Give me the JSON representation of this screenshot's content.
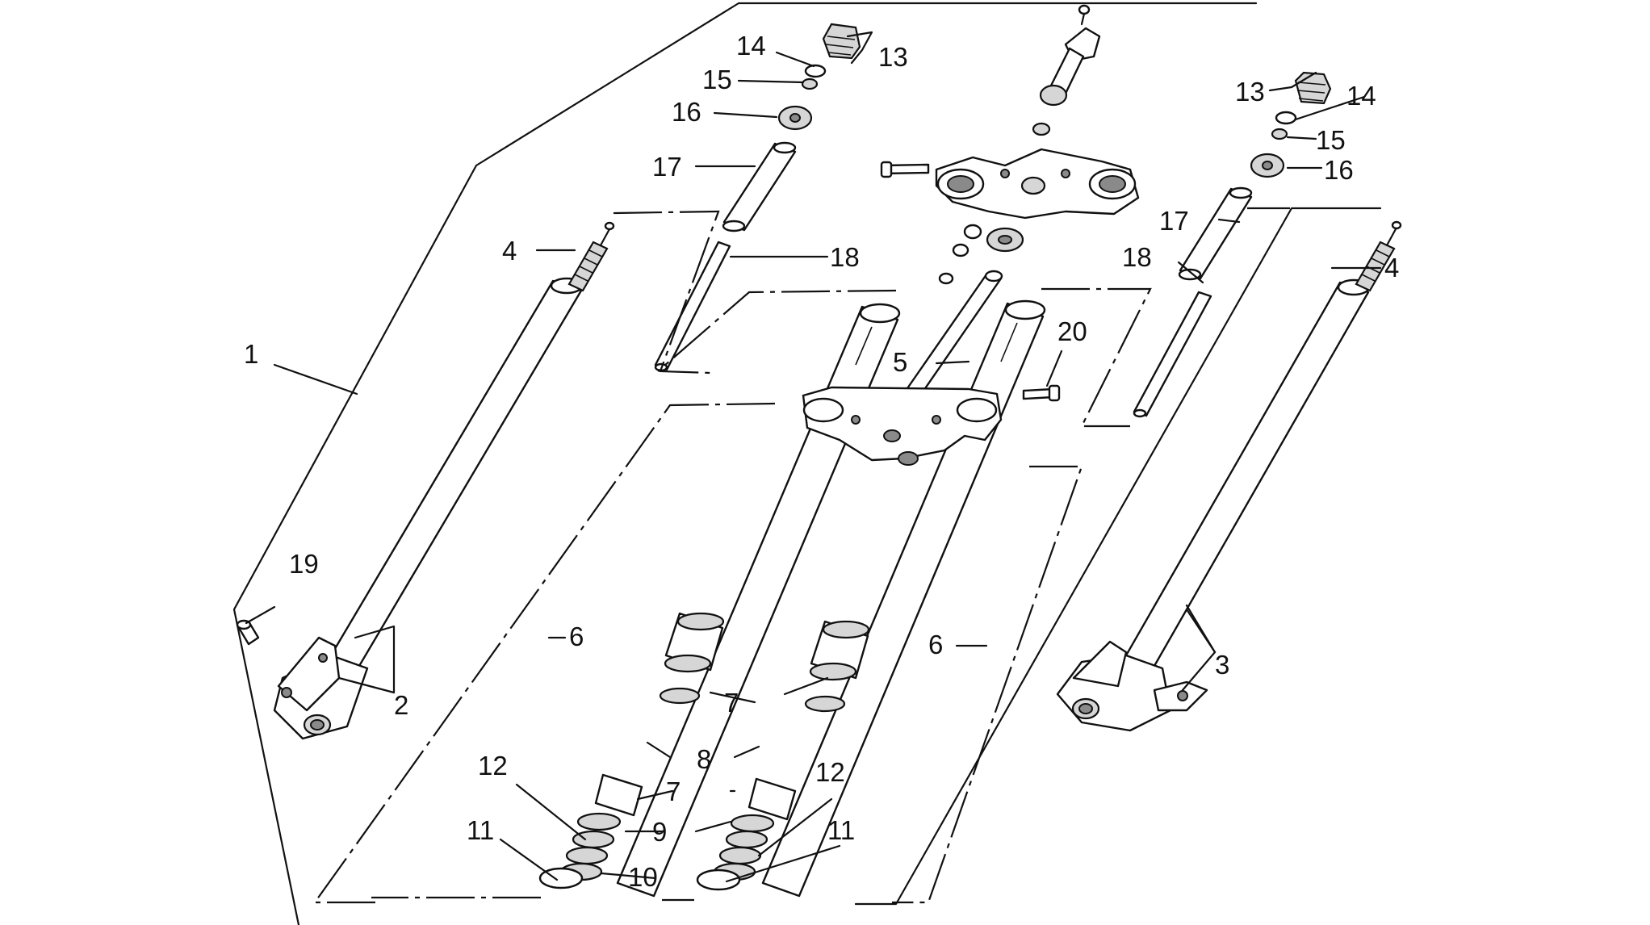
{
  "labels": {
    "l1": "1",
    "l2": "2",
    "l3": "3",
    "l4a": "4",
    "l4b": "4",
    "l5": "5",
    "l6a": "6",
    "l6b": "6",
    "l7a": "7",
    "l7b": "7",
    "l8": "8",
    "l9": "9",
    "l10": "10",
    "l11a": "11",
    "l11b": "11",
    "l12a": "12",
    "l12b": "12",
    "l13a": "13",
    "l13b": "13",
    "l14a": "14",
    "l14b": "14",
    "l15a": "15",
    "l15b": "15",
    "l16a": "16",
    "l16b": "16",
    "l17a": "17",
    "l17b": "17",
    "l18a": "18",
    "l18b": "18",
    "l19": "19",
    "l20": "20"
  }
}
